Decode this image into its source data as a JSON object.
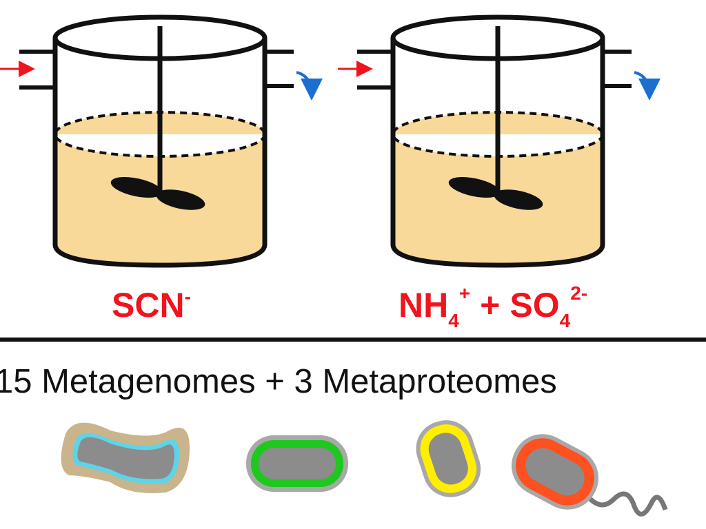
{
  "reactors": [
    {
      "label_main": "SCN",
      "label_sup": "-"
    },
    {
      "label_a": "NH",
      "label_a_sub": "4",
      "label_a_sup": "+",
      "label_plus": "+",
      "label_b": "SO",
      "label_b_sub": "4",
      "label_b_sup": "2-"
    }
  ],
  "caption": "15 Metagenomes + 3 Metaproteomes",
  "colors": {
    "liquid": "#f8d99a",
    "inflow": "#f0141e",
    "outflow": "#1a6fd0",
    "cell_body": "#8c8c8c"
  },
  "cells": [
    {
      "envelope": "#c9b48c",
      "membrane": "#5fd3e8"
    },
    {
      "envelope": "#a8a8a8",
      "membrane": "#1ec81e"
    },
    {
      "envelope": "#a8a8a8",
      "membrane": "#ffee00"
    },
    {
      "envelope": "#a8a8a8",
      "membrane": "#ff5020"
    }
  ]
}
